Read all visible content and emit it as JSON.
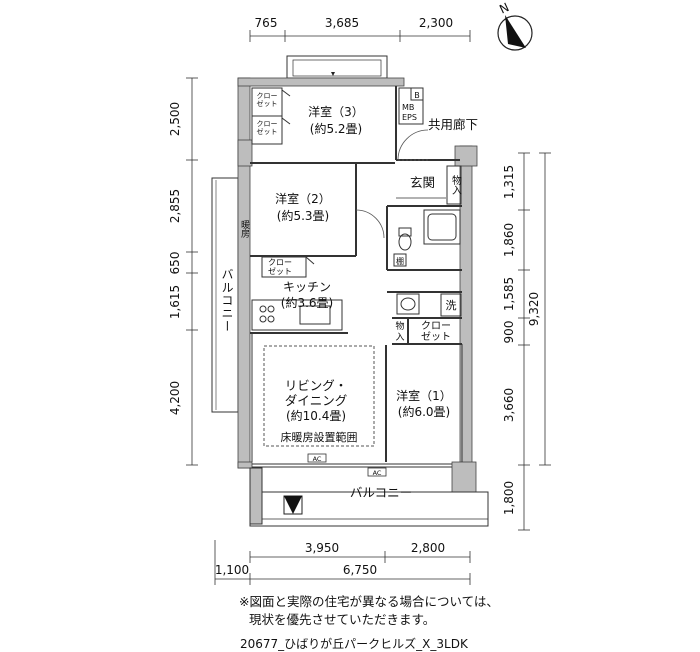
{
  "rooms": {
    "western3_name": "洋室（3）",
    "western3_size": "(約5.2畳)",
    "western2_name": "洋室（2）",
    "western2_size": "(約5.3畳)",
    "western1_name": "洋室（1）",
    "western1_size": "(約6.0畳)",
    "kitchen_name": "キッチン",
    "kitchen_size": "(約3.6畳)",
    "ldk_line1": "リビング・",
    "ldk_line2": "ダイニング",
    "ldk_size": "(約10.4畳)",
    "floor_heating": "床暖房設置範囲",
    "entrance": "玄関",
    "corridor": "共用廊下",
    "balcony_bottom": "バルコニー",
    "balcony_left": "バルコニー",
    "closet": "クローゼット",
    "closet_short": "クロー\nゼット",
    "storage": "物入",
    "washer": "洗",
    "shelf": "棚",
    "heater": "暖房",
    "mb": "MB",
    "eps": "EPS",
    "b": "B",
    "ac": "AC"
  },
  "dimensions": {
    "top": [
      "765",
      "3,685",
      "2,300"
    ],
    "left": [
      "2,500",
      "2,855",
      "650",
      "1,615",
      "4,200"
    ],
    "right": [
      "1,315",
      "1,860",
      "1,585",
      "900",
      "3,660",
      "1,800"
    ],
    "right_total": "9,320",
    "bottom_row1": [
      "3,950",
      "2,800"
    ],
    "bottom_row2": [
      "1,100",
      "6,750"
    ]
  },
  "compass": {
    "label": "N"
  },
  "notes": {
    "line1": "※図面と実際の住宅が異なる場合については、",
    "line2": "現状を優先させていただきます。"
  },
  "code": "20677_ひばりが丘パークヒルズ_X_3LDK"
}
